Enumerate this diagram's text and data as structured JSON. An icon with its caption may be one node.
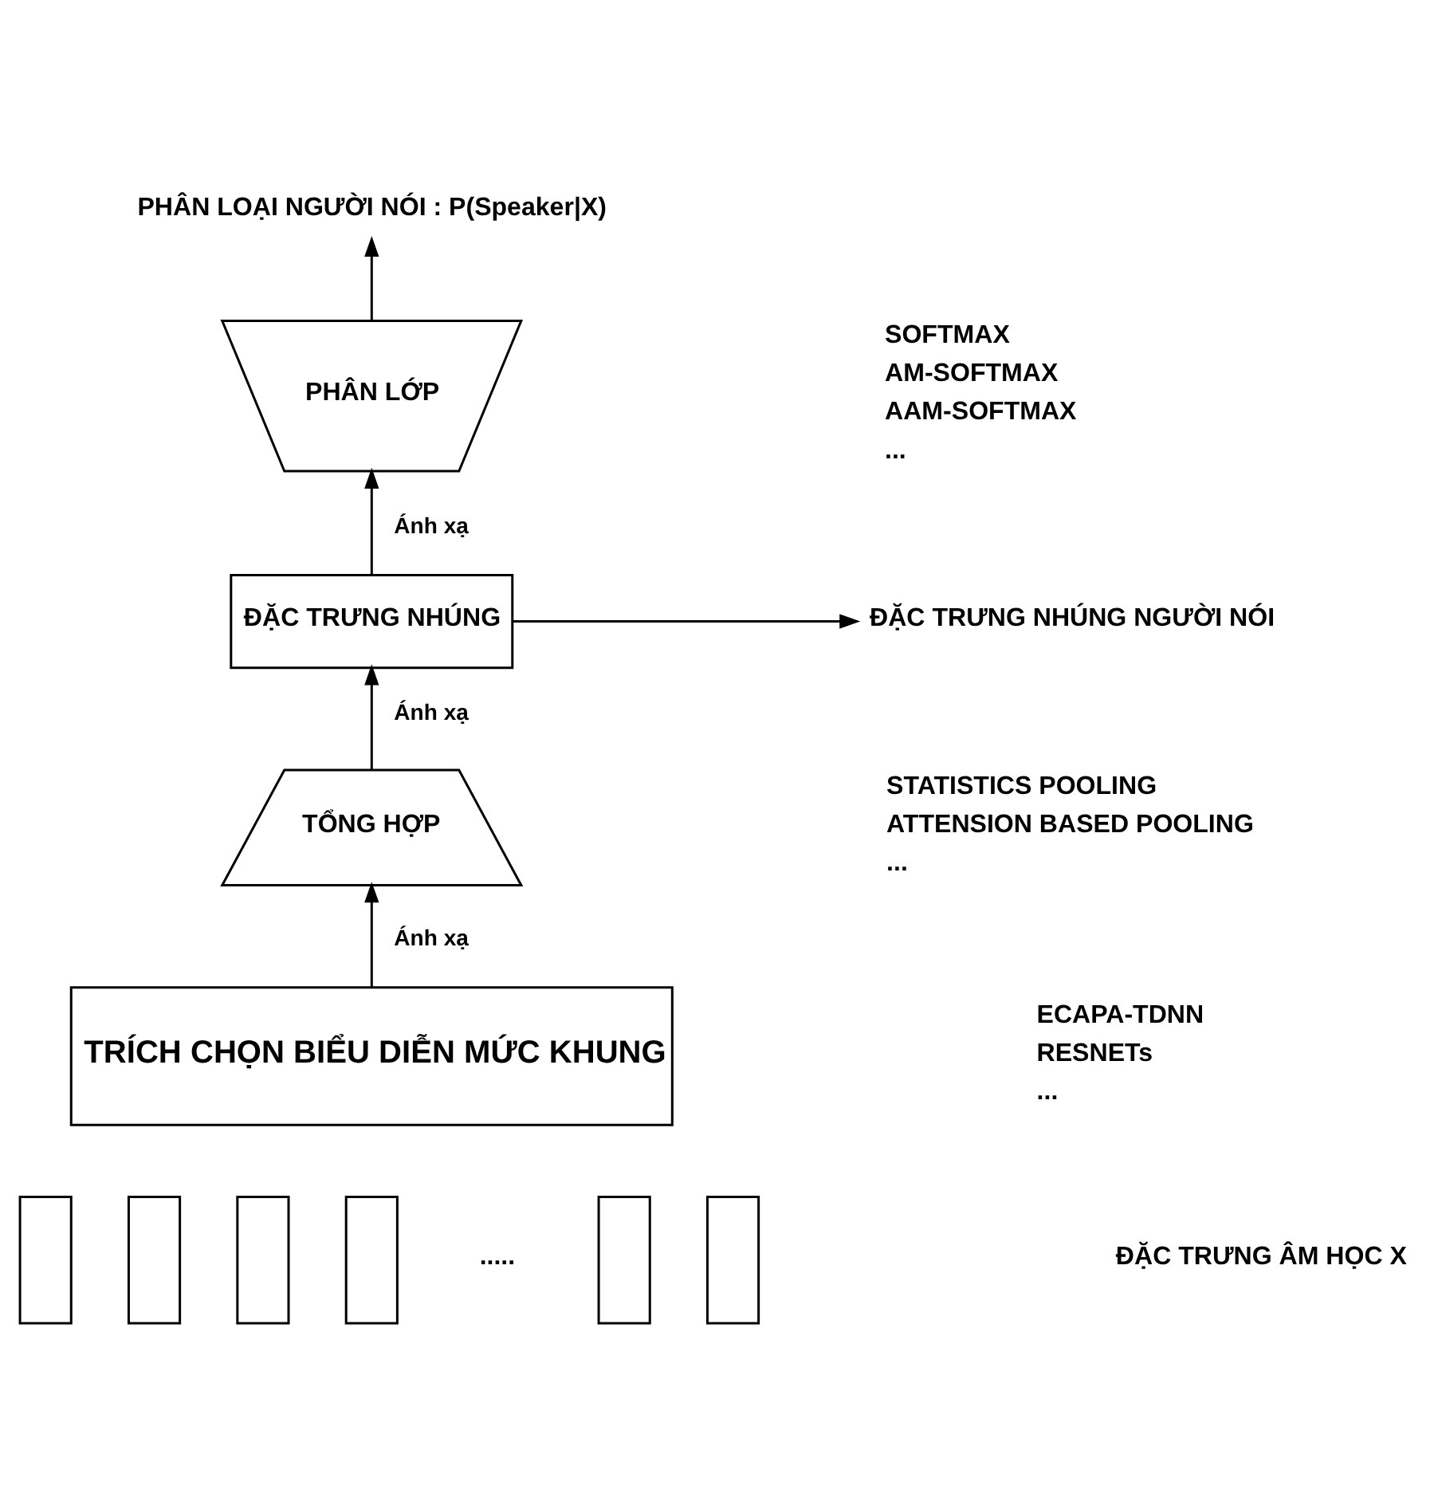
{
  "diagram": {
    "nodes": [
      {
        "text": [
          "PHÂN LOẠI NGƯỜI NÓI : P(Speaker|X)"
        ]
      },
      {
        "text": [
          "PHÂN LỚP"
        ]
      },
      {
        "text": [
          "ĐẶC TRƯNG NHÚNG"
        ]
      },
      {
        "text": [
          "ĐẶC TRƯNG NHÚNG NGƯỜI NÓI"
        ]
      },
      {
        "text": [
          "TỔNG HỢP"
        ]
      },
      {
        "text": [
          "TRÍCH CHỌN BIỂU DIỄN MỨC KHUNG"
        ]
      },
      {
        "text": [],
        "shape": "box"
      },
      {
        "text": [],
        "shape": "box"
      },
      {
        "text": [],
        "shape": "box"
      },
      {
        "text": [],
        "shape": "box"
      },
      {
        "text": [],
        "shape": "box"
      },
      {
        "text": [],
        "shape": "box"
      }
    ],
    "edges": [
      {
        "from": 1,
        "to": 0,
        "arrow": "to"
      },
      {
        "from": 2,
        "to": 1,
        "arrow": "to",
        "label": "Ánh xạ"
      },
      {
        "from": 2,
        "to": 3,
        "arrow": "to"
      },
      {
        "from": 4,
        "to": 2,
        "arrow": "to",
        "label": "Ánh xạ"
      },
      {
        "from": 5,
        "to": 4,
        "arrow": "to",
        "label": "Ánh xạ"
      }
    ],
    "labels": [
      "SOFTMAX",
      "AM-SOFTMAX",
      "AAM-SOFTMAX",
      "...",
      "STATISTICS POOLING",
      "ATTENSION BASED POOLING",
      "...",
      "ECAPA-TDNN",
      "RESNETs",
      "...",
      ".....",
      "ĐẶC TRƯNG ÂM HỌC X"
    ]
  }
}
